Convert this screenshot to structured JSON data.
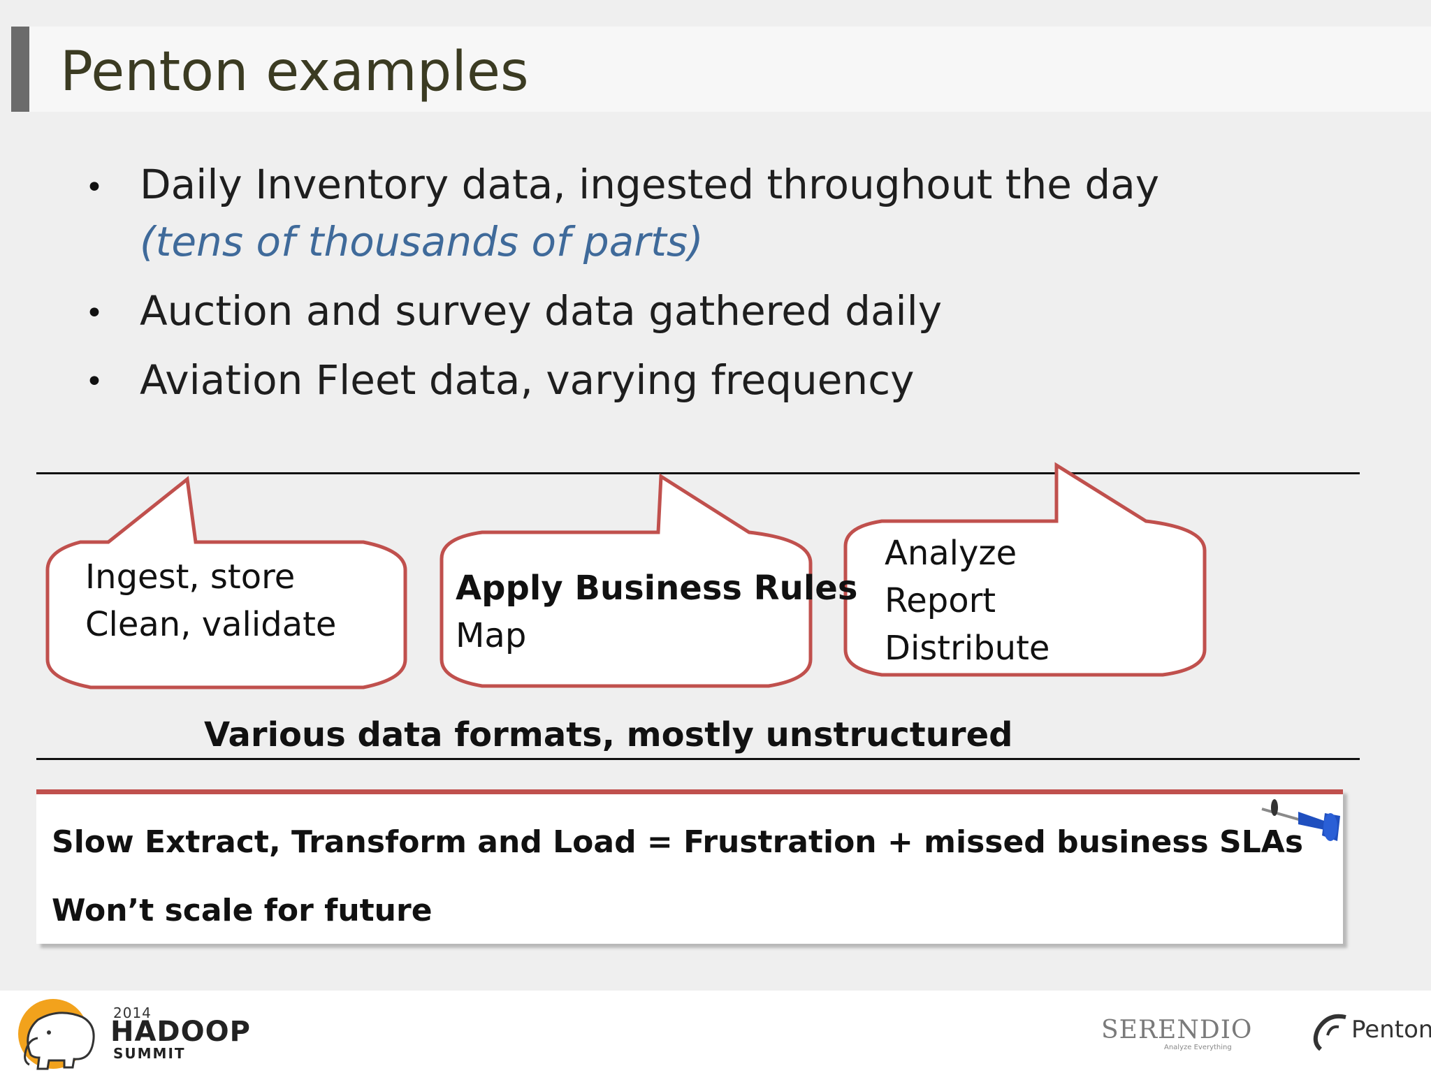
{
  "slide": {
    "title": "Penton examples",
    "bullets": [
      {
        "text": "Daily Inventory data, ingested throughout the day",
        "sub": "(tens of thousands of parts)"
      },
      {
        "text": "Auction and survey data gathered daily"
      },
      {
        "text": "Aviation Fleet data, varying frequency"
      }
    ],
    "bullet_symbol": "•",
    "callouts": [
      {
        "line1": "Ingest, store",
        "line2": "Clean, validate"
      },
      {
        "line1": "Apply Business Rules",
        "line2": "Map"
      },
      {
        "line1": "Analyze",
        "line2": "Report",
        "line3": "Distribute"
      }
    ],
    "formats_text": "Various data formats, mostly unstructured",
    "issues": [
      "Slow Extract, Transform and Load = Frustration + missed business SLAs",
      "Won’t scale for future"
    ],
    "pin_icon": "pushpin-icon"
  },
  "footer": {
    "hadoop": {
      "year": "2014",
      "word": "HADOOP",
      "summit": "SUMMIT"
    },
    "serendio": {
      "name": "SERENDIO",
      "tagline": "Analyze Everything"
    },
    "penton": {
      "name": "Penton"
    }
  },
  "colors": {
    "title": "#3b3b22",
    "italic_sub": "#3f6a9a",
    "callout_border": "#c0504d",
    "title_accent": "#6b6b6b",
    "background": "#efefef",
    "pin": "#1f4fbf"
  }
}
